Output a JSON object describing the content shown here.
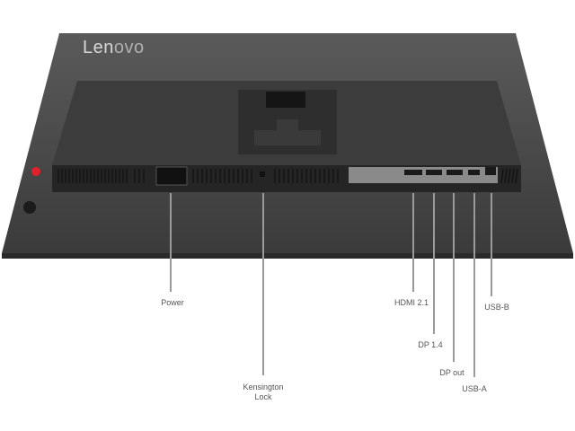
{
  "brand": {
    "logo_text_main": "Len",
    "logo_text_tail": "ovo"
  },
  "callouts": {
    "power": "Power",
    "kensington_line1": "Kensington",
    "kensington_line2": "Lock",
    "hdmi": "HDMI 2.1",
    "dp14": "DP 1.4",
    "dp_out": "DP out",
    "usb_a": "USB-A",
    "usb_b": "USB-B"
  },
  "colors": {
    "body": "#3a3a3a",
    "power_button": "#e0202a",
    "leader_line": "#9a9a9a"
  }
}
